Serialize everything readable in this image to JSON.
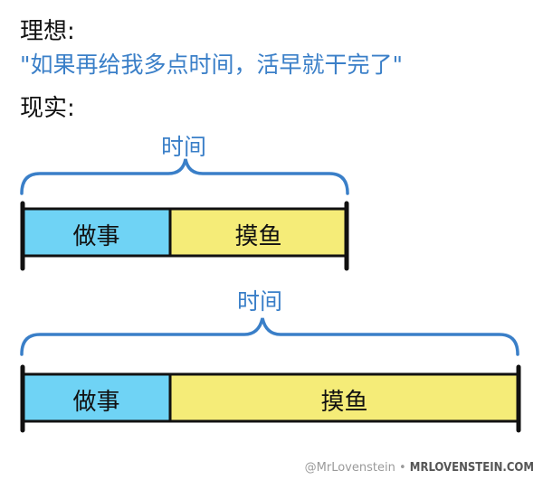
{
  "ideal": {
    "label": "理想:",
    "quote": "\"如果再给我多点时间，活早就干完了\""
  },
  "reality": {
    "label": "现实:"
  },
  "diagrams": [
    {
      "time_label": "时间",
      "work_label": "做事",
      "slack_label": "摸鱼"
    },
    {
      "time_label": "时间",
      "work_label": "做事",
      "slack_label": "摸鱼"
    }
  ],
  "footer": {
    "handle": "@MrLovenstein",
    "separator": "•",
    "site": "MRLOVENSTEIN.COM"
  },
  "colors": {
    "work": "#6fd3f5",
    "slack": "#f5ec78",
    "brace": "#3a7fc8",
    "text_blue": "#3a7fc8"
  }
}
